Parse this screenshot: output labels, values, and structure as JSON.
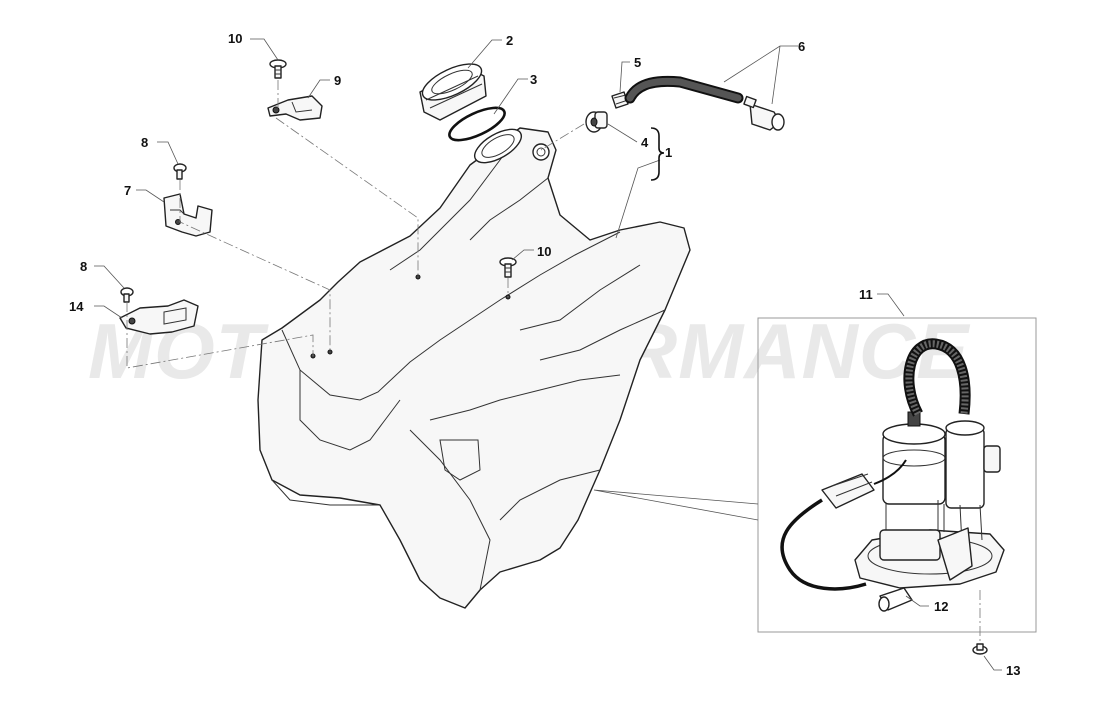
{
  "watermark": "MOTO PERFORMANCE",
  "callouts": [
    {
      "id": "c1",
      "number": "1"
    },
    {
      "id": "c2",
      "number": "2"
    },
    {
      "id": "c3",
      "number": "3"
    },
    {
      "id": "c4",
      "number": "4"
    },
    {
      "id": "c5",
      "number": "5"
    },
    {
      "id": "c6",
      "number": "6"
    },
    {
      "id": "c7",
      "number": "7"
    },
    {
      "id": "c8a",
      "number": "8"
    },
    {
      "id": "c8b",
      "number": "8"
    },
    {
      "id": "c9",
      "number": "9"
    },
    {
      "id": "c10a",
      "number": "10"
    },
    {
      "id": "c10b",
      "number": "10"
    },
    {
      "id": "c11",
      "number": "11"
    },
    {
      "id": "c12",
      "number": "12"
    },
    {
      "id": "c13",
      "number": "13"
    },
    {
      "id": "c14",
      "number": "14"
    }
  ]
}
